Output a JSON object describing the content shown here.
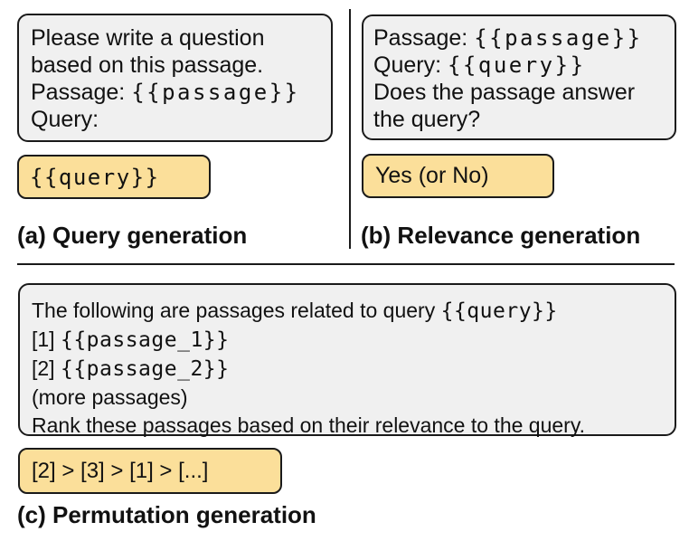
{
  "figure": {
    "colors": {
      "prompt_box_bg": "#f0f0f0",
      "output_box_bg": "#fbdf9a",
      "border": "#1a1a1a",
      "text": "#111111"
    },
    "panels": {
      "a": {
        "caption": "(a) Query generation",
        "prompt_lines": [
          [
            {
              "text": "Please write a question"
            }
          ],
          [
            {
              "text": "based on this passage."
            }
          ],
          [
            {
              "text": "Passage: "
            },
            {
              "text": "{{passage}}",
              "mono": true
            }
          ],
          [
            {
              "text": "Query:"
            }
          ]
        ],
        "output": {
          "text": "{{query}}",
          "mono": true
        }
      },
      "b": {
        "caption": "(b) Relevance generation",
        "prompt_lines": [
          [
            {
              "text": "Passage: "
            },
            {
              "text": "{{passage}}",
              "mono": true
            }
          ],
          [
            {
              "text": "Query: "
            },
            {
              "text": "{{query}}",
              "mono": true
            }
          ],
          [
            {
              "text": "Does the passage answer"
            }
          ],
          [
            {
              "text": "the query?"
            }
          ]
        ],
        "output": {
          "text": "Yes (or No)",
          "mono": false
        }
      },
      "c": {
        "caption": "(c) Permutation generation",
        "prompt_lines": [
          [
            {
              "text": "The following are passages related to query "
            },
            {
              "text": "{{query}}",
              "mono": true
            }
          ],
          [
            {
              "text": "[1] "
            },
            {
              "text": "{{passage_1}}",
              "mono": true
            }
          ],
          [
            {
              "text": "[2] "
            },
            {
              "text": "{{passage_2}}",
              "mono": true
            }
          ],
          [
            {
              "text": "(more passages)"
            }
          ],
          [
            {
              "text": "Rank these passages based on their relevance to the query."
            }
          ]
        ],
        "output": {
          "text": "[2] > [3] > [1] > [...]",
          "mono": false
        }
      }
    }
  }
}
